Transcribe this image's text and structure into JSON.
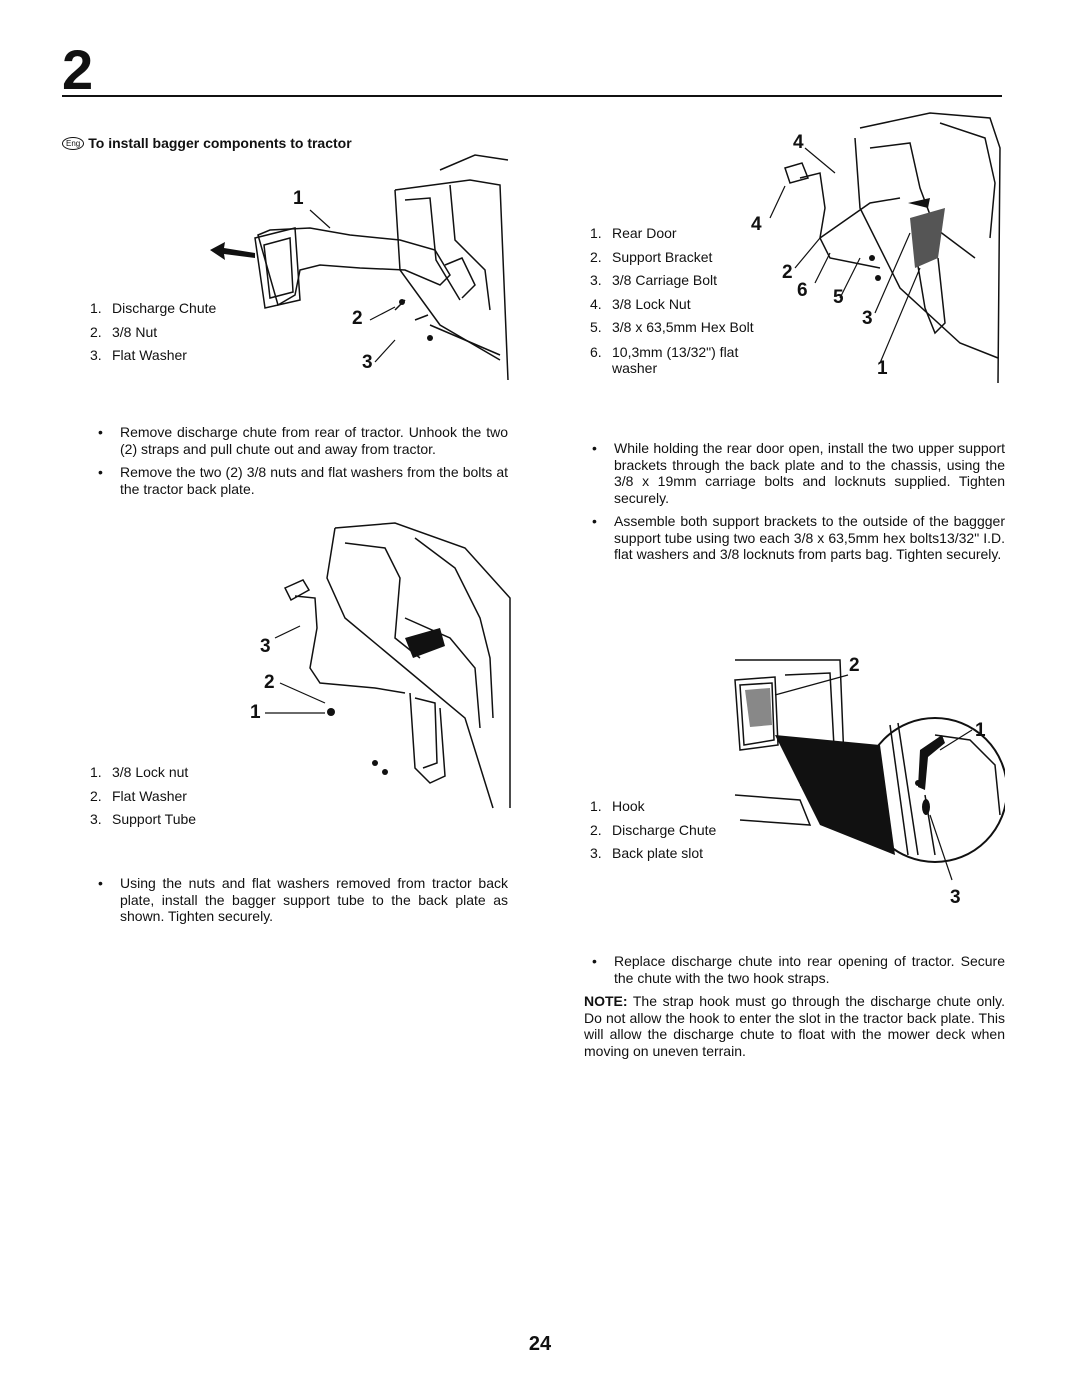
{
  "chapter_number": "2",
  "section": {
    "lang_badge": "Eng",
    "title": "To install bagger components to tractor"
  },
  "fig1": {
    "legend": [
      {
        "num": "1.",
        "label": "Discharge  Chute"
      },
      {
        "num": "2.",
        "label": "3/8 Nut"
      },
      {
        "num": "3.",
        "label": "Flat Washer"
      }
    ],
    "callouts": [
      "1",
      "2",
      "3"
    ]
  },
  "fig1_bullets": [
    "Remove discharge chute from rear of tractor. Unhook the two (2) straps and pull chute out and away from tractor.",
    "Remove the two (2) 3/8 nuts and flat washers from the bolts at the tractor back plate."
  ],
  "fig2": {
    "legend": [
      {
        "num": "1.",
        "label": "3/8 Lock nut"
      },
      {
        "num": "2.",
        "label": "Flat Washer"
      },
      {
        "num": "3.",
        "label": "Support  Tube"
      }
    ],
    "callouts": [
      "3",
      "2",
      "1"
    ]
  },
  "fig2_bullets": [
    "Using the nuts and flat washers removed from tractor back plate, install the bagger support tube to the back plate as shown. Tighten securely."
  ],
  "fig3": {
    "legend": [
      {
        "num": "1.",
        "label": "Rear  Door"
      },
      {
        "num": "2.",
        "label": "Support Bracket"
      },
      {
        "num": "3.",
        "label": "3/8  Carriage Bolt"
      },
      {
        "num": "4.",
        "label": "3/8 Lock Nut"
      },
      {
        "num": "5.",
        "label": "3/8 x 63,5mm Hex Bolt"
      },
      {
        "num": "6.",
        "label": "10,3mm  (13/32\")  flat washer"
      }
    ],
    "callouts": [
      "4",
      "4",
      "2",
      "6",
      "5",
      "3",
      "1"
    ]
  },
  "fig3_bullets": [
    "While holding the rear door open, install the two upper support brackets through the back plate and to the chassis, using the 3/8 x 19mm carriage bolts and locknuts supplied. Tighten securely.",
    "Assemble both support brackets to the outside of the baggger support tube using two each 3/8 x 63,5mm hex bolts13/32\" I.D. flat washers and 3/8 locknuts from parts bag. Tighten securely."
  ],
  "fig4": {
    "legend": [
      {
        "num": "1.",
        "label": "Hook"
      },
      {
        "num": "2.",
        "label": "Discharge  Chute"
      },
      {
        "num": "3.",
        "label": "Back plate slot"
      }
    ],
    "callouts": [
      "2",
      "1",
      "3"
    ]
  },
  "fig4_bullets": [
    "Replace discharge chute into rear opening of tractor. Secure the chute with the two hook straps."
  ],
  "note": {
    "label": "NOTE:",
    "text": " The strap hook must go through the discharge chute only. Do not allow the hook to enter the slot in the tractor back plate. This will allow the discharge chute to float with the mower deck when moving on uneven terrain."
  },
  "page_number": "24"
}
